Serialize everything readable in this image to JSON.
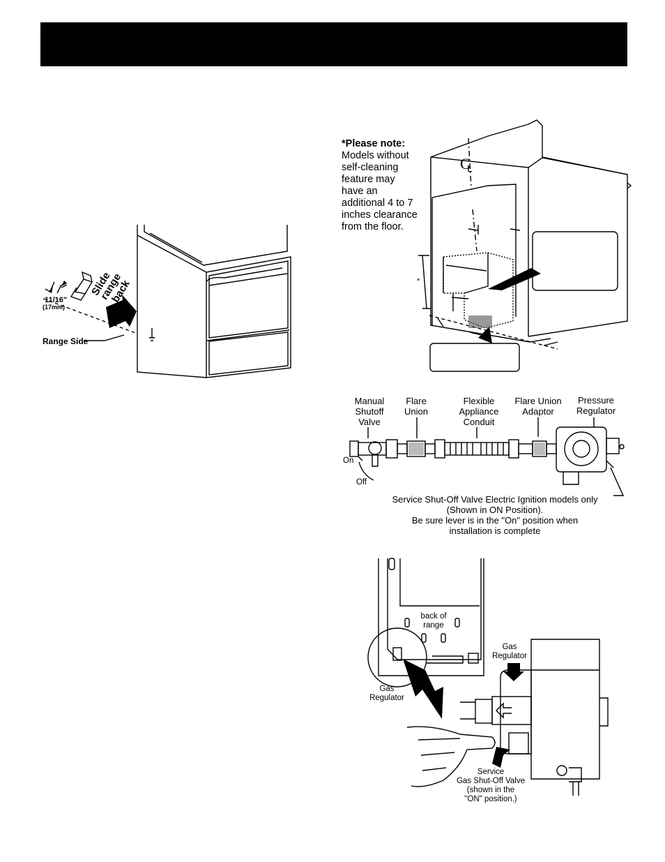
{
  "header": {
    "title": ""
  },
  "note": {
    "heading": "*Please note:",
    "body": "Models without self-cleaning feature may have an additional 4 to 7 inches clearance from the floor."
  },
  "bracket_figure": {
    "slide_word1": "Slide",
    "slide_word2": "range",
    "slide_word3": "back",
    "dimension": "11/16\"",
    "dimension_metric": "(17mm)",
    "range_side": "Range Side"
  },
  "clearance_figure": {
    "centerline_symbol": "C",
    "centerline_sub": "L",
    "asterisk": "*"
  },
  "gas_line": {
    "manual_shutoff": "Manual\nShutoff\nValve",
    "flare_union": "Flare\nUnion",
    "flexible_conduit": "Flexible\nAppliance\nConduit",
    "flare_union_adaptor": "Flare Union\nAdaptor",
    "pressure_regulator": "Pressure\nRegulator",
    "on": "On",
    "off": "Off",
    "caption_l1": "Service Shut-Off Valve Electric Ignition models only",
    "caption_l2": "(Shown in ON Position).",
    "caption_l3": "Be sure lever is in the \"On\" position when",
    "caption_l4": "installation is complete"
  },
  "regulator_figure": {
    "back_of_range": "back of\nrange",
    "gas_regulator_left": "Gas\nRegulator",
    "gas_regulator_right": "Gas\nRegulator",
    "service_valve": "Service\nGas Shut-Off Valve\n(shown in the\n\"ON\" position.)"
  }
}
